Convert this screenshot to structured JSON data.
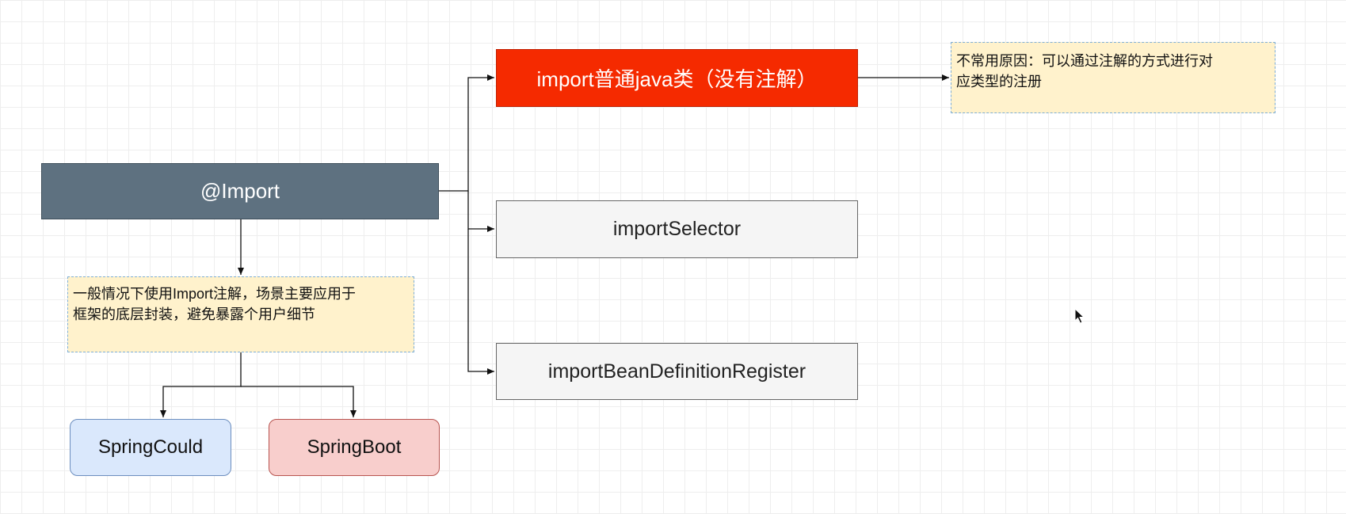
{
  "diagram": {
    "root": {
      "label": "@Import"
    },
    "branches": [
      {
        "label": "import普通java类（没有注解）",
        "color": "#f52a00"
      },
      {
        "label": "importSelector",
        "color": "#f5f5f5"
      },
      {
        "label": "importBeanDefinitionRegister",
        "color": "#f5f5f5"
      }
    ],
    "notes": {
      "usage": {
        "line1": "一般情况下使用Import注解，场景主要应用于",
        "line2": "框架的底层封装，避免暴露个用户细节"
      },
      "reason": {
        "line1": "不常用原因：可以通过注解的方式进行对",
        "line2": "应类型的注册"
      }
    },
    "leaves": [
      {
        "label": "SpringCould",
        "color": "#dae8fc"
      },
      {
        "label": "SpringBoot",
        "color": "#f8cecc"
      }
    ],
    "colors": {
      "root": "#5e7180",
      "note": "#fff2cc",
      "connector": "#111111"
    }
  }
}
